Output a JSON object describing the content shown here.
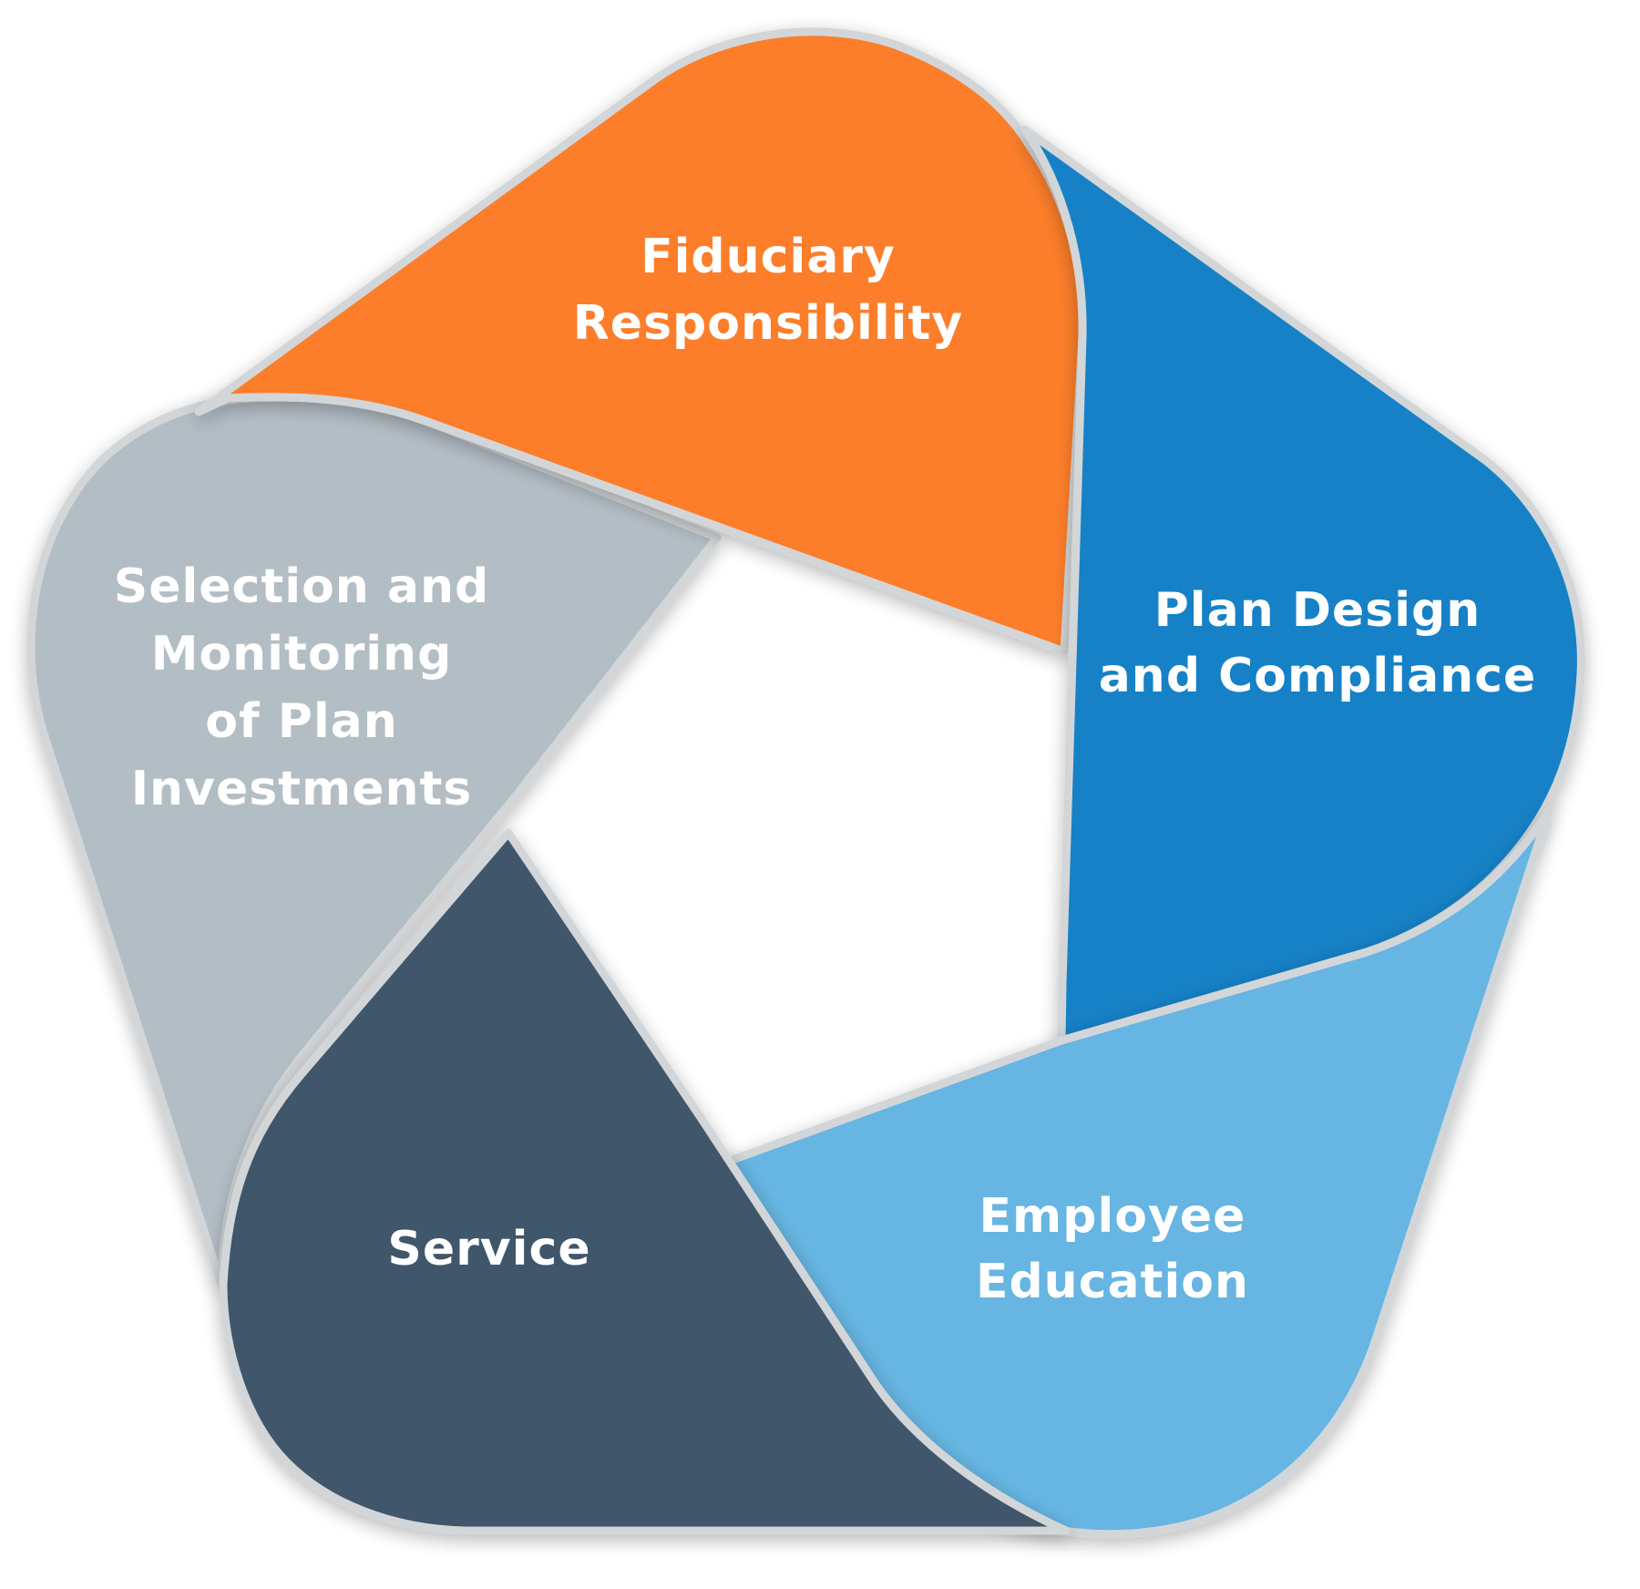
{
  "segments": [
    {
      "id": "fiduciary",
      "color": "#FC7E2A",
      "label_lines": [
        "Fiduciary",
        "Responsibility"
      ]
    },
    {
      "id": "plan-design",
      "color": "#1281C6",
      "label_lines": [
        "Plan Design",
        "and Compliance"
      ]
    },
    {
      "id": "employee-education",
      "color": "#66B5E2",
      "label_lines": [
        "Employee",
        "Education"
      ]
    },
    {
      "id": "service",
      "color": "#41576B",
      "label_lines": [
        "Service"
      ]
    },
    {
      "id": "selection-monitoring",
      "color": "#B3BDC4",
      "label_lines": [
        "Selection and",
        "Monitoring",
        "of Plan",
        "Investments"
      ]
    }
  ],
  "border_color": "#D3D6D8"
}
